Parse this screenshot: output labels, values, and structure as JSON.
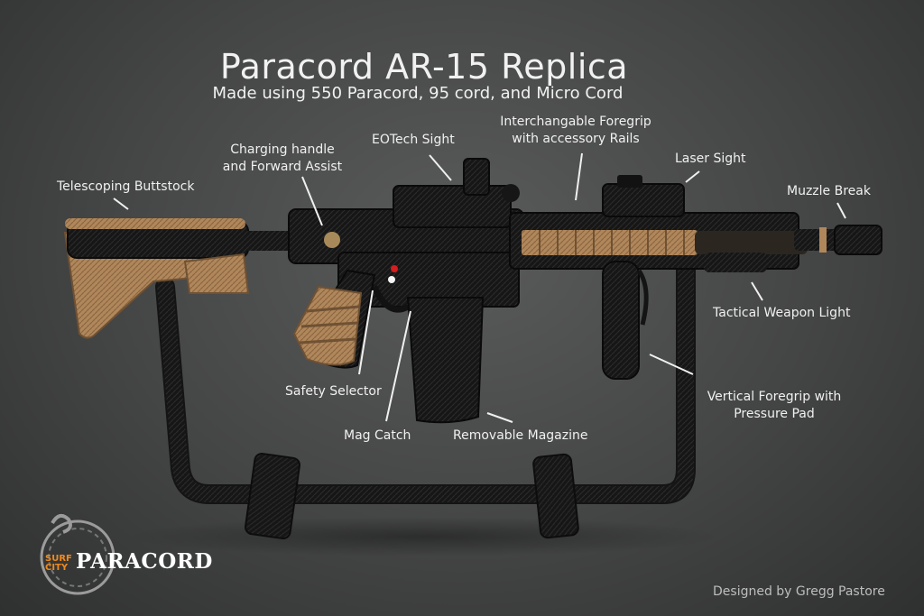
{
  "header": {
    "title": "Paracord AR-15 Replica",
    "subtitle": "Made using 550 Paracord, 95 cord, and Micro Cord"
  },
  "callouts": {
    "buttstock": "Telescoping Buttstock",
    "charging_1": "Charging handle",
    "charging_2": "and Forward Assist",
    "eotech": "EOTech Sight",
    "foregrip_1": "Interchangable Foregrip",
    "foregrip_2": "with accessory Rails",
    "laser": "Laser Sight",
    "muzzle": "Muzzle Break",
    "light": "Tactical Weapon Light",
    "safety": "Safety Selector",
    "magcatch": "Mag Catch",
    "magazine": "Removable Magazine",
    "vgrip_1": "Vertical Foregrip with",
    "vgrip_2": "Pressure Pad"
  },
  "logo": {
    "surf": "SURF",
    "city": "CITY",
    "brand": "PARACORD"
  },
  "footer": {
    "credit": "Designed by Gregg Pastore"
  },
  "colors": {
    "background": "#444545",
    "cord_black": "#151515",
    "cord_tan": "#b48a5e",
    "logo_orange": "#f08a1c"
  }
}
